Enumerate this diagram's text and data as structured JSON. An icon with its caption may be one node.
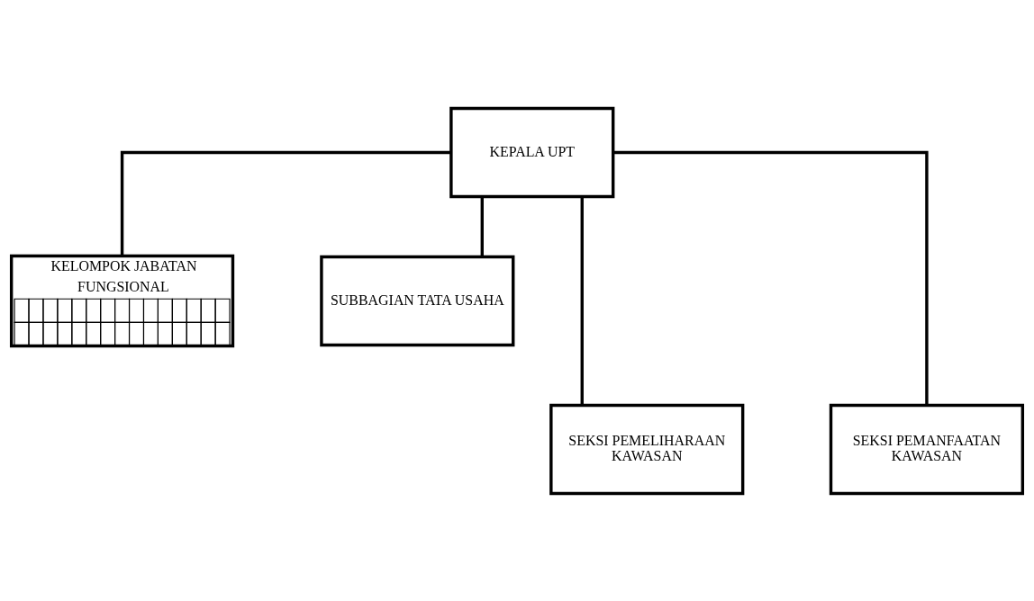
{
  "diagram": {
    "nodes": [
      {
        "text": [
          "KEPALA UPT"
        ]
      },
      {
        "text": [
          "KELOMPOK JABATAN FUNGSIONAL"
        ]
      },
      {
        "text": [
          "SUBBAGIAN TATA USAHA"
        ]
      },
      {
        "text": [
          "SEKSI PEMELIHARAAN KAWASAN"
        ]
      },
      {
        "text": [
          "SEKSI PEMANFAATAN KAWASAN"
        ]
      }
    ],
    "edges": [
      {
        "from": 0,
        "to": 1,
        "arrow": "none"
      },
      {
        "from": 0,
        "to": 2,
        "arrow": "none"
      },
      {
        "from": 0,
        "to": 3,
        "arrow": "none"
      },
      {
        "from": 0,
        "to": 4,
        "arrow": "none"
      }
    ]
  }
}
